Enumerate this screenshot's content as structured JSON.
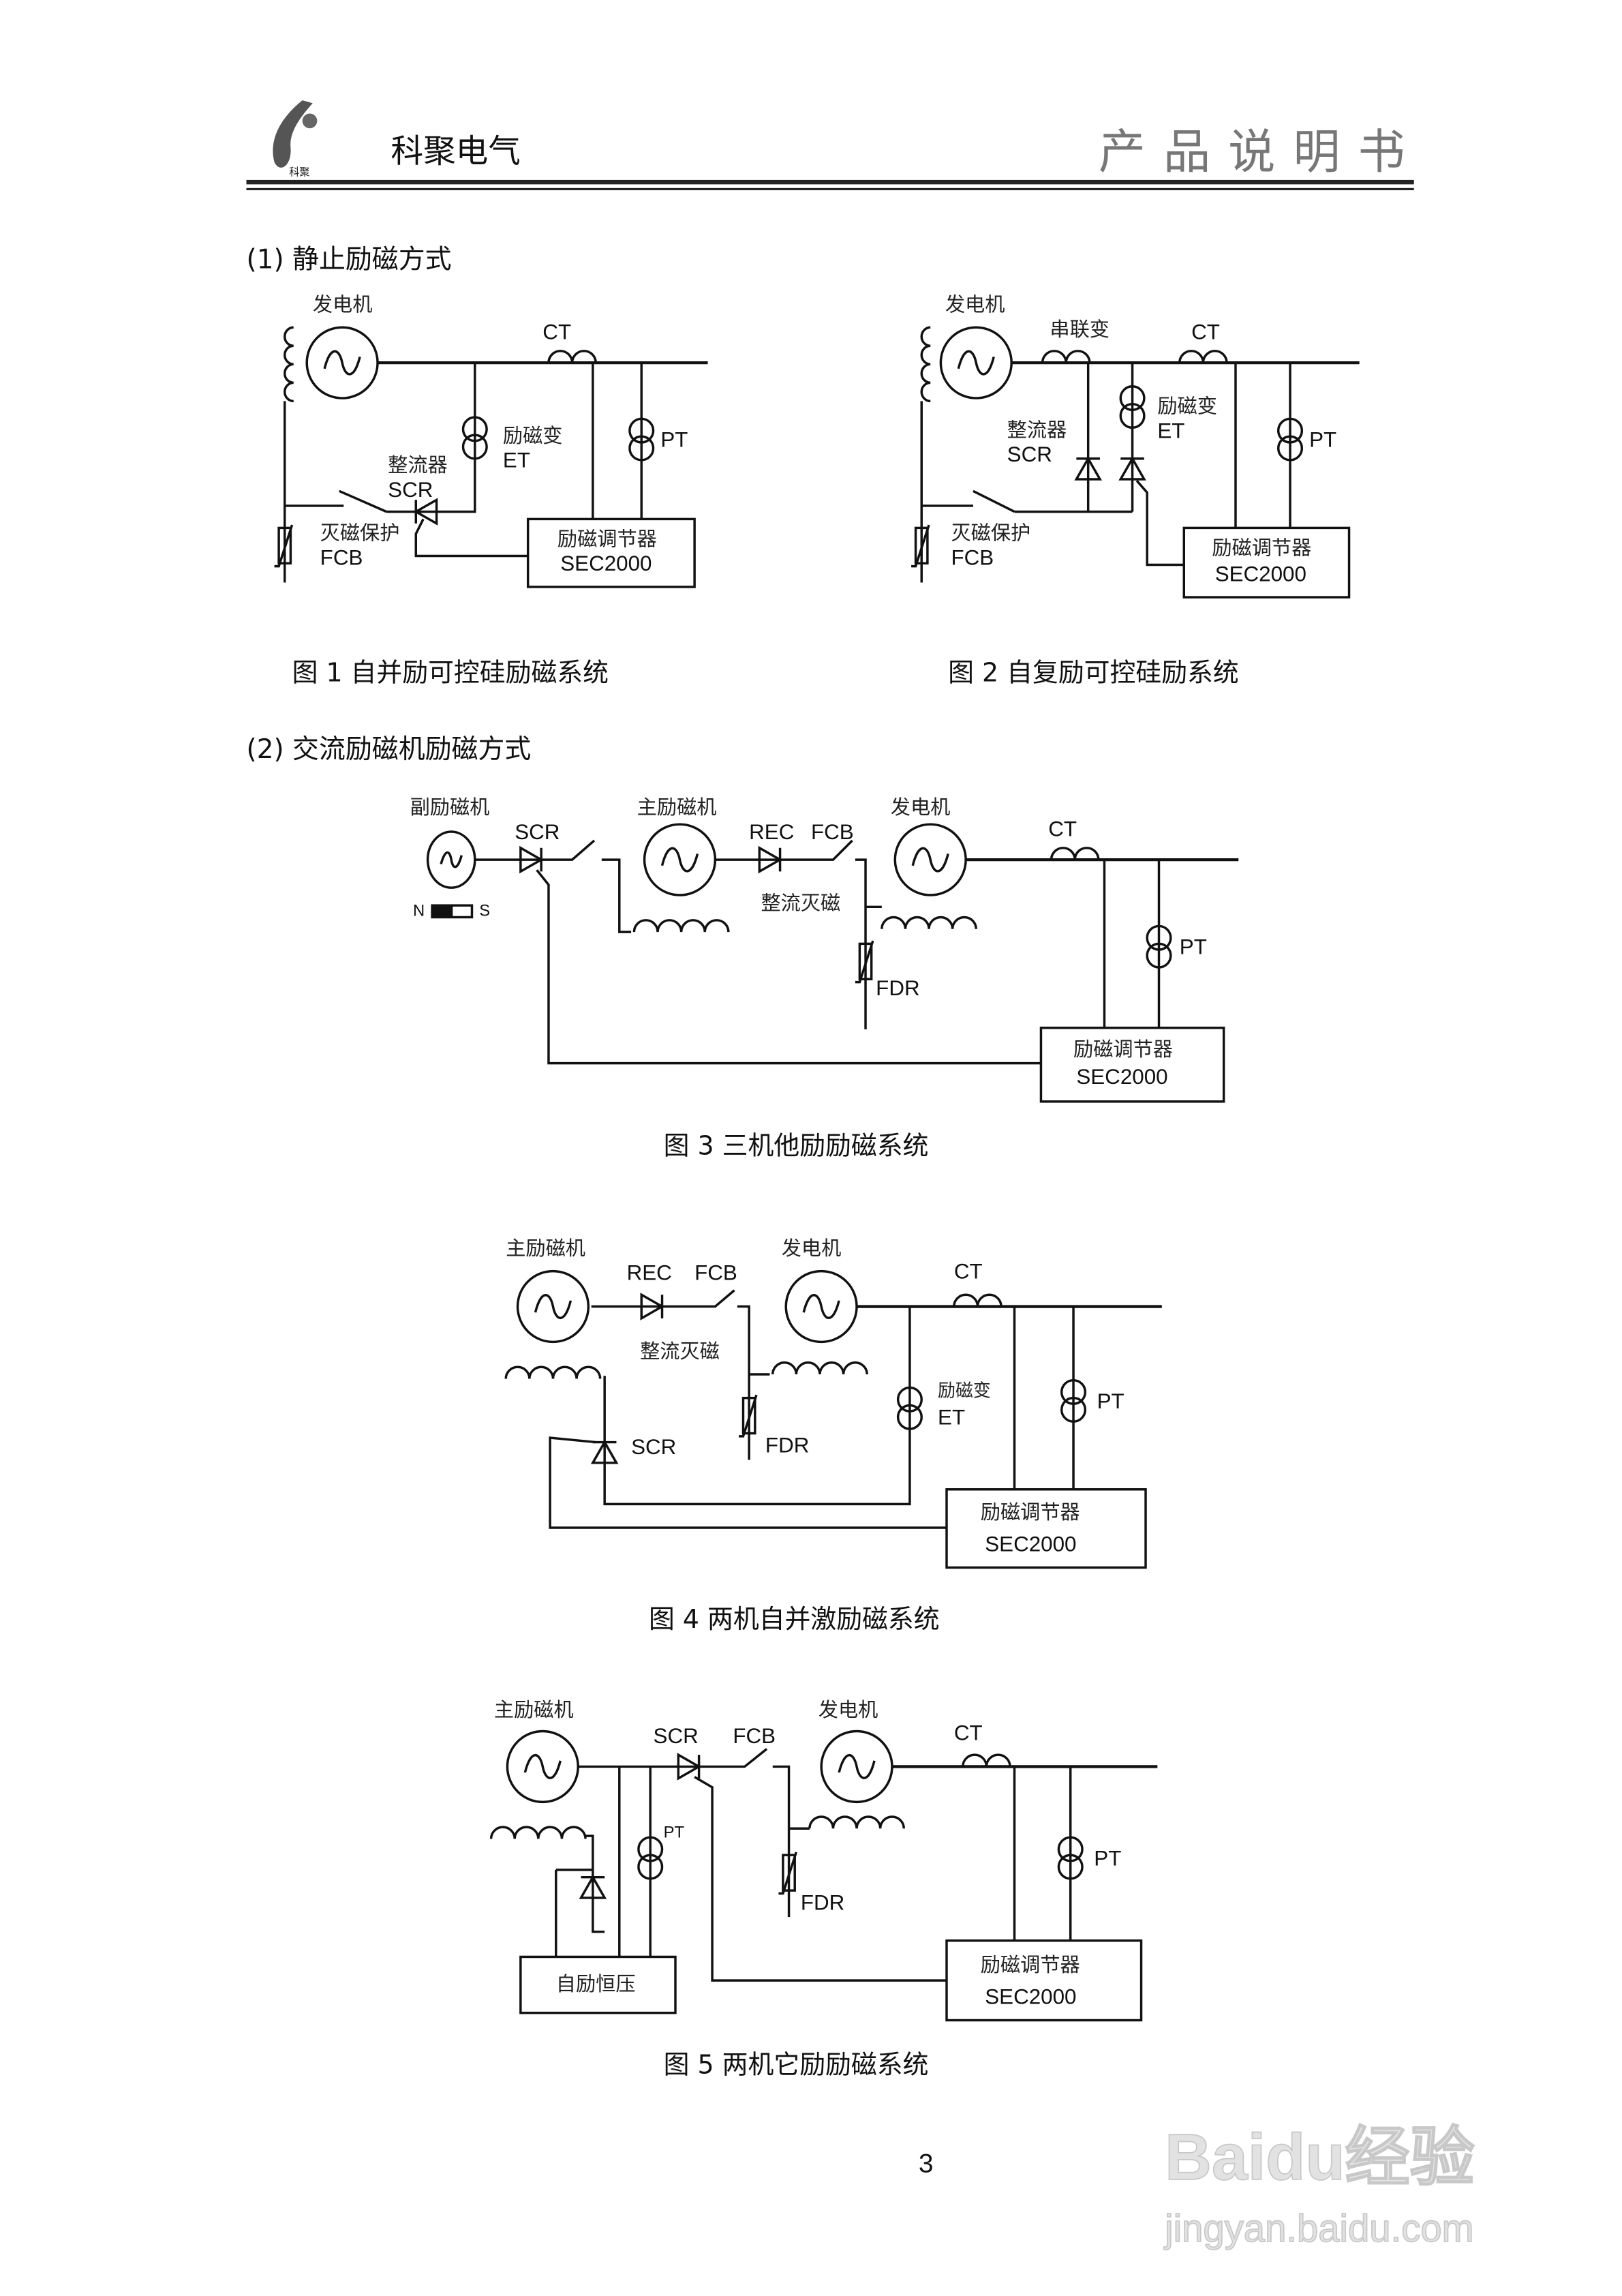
{
  "header": {
    "company": "科聚电气",
    "doc_title": "产品说明书",
    "logo_text": "科聚"
  },
  "section1": {
    "title": "(1)  静止励磁方式"
  },
  "section2": {
    "title": "(2)  交流励磁机励磁方式"
  },
  "fig1": {
    "generator": "发电机",
    "ct": "CT",
    "et_cn": "励磁变",
    "et": "ET",
    "pt": "PT",
    "rect_cn": "整流器",
    "scr": "SCR",
    "fcb_cn": "灭磁保护",
    "fcb": "FCB",
    "regulator_cn": "励磁调节器",
    "regulator": "SEC2000",
    "caption": "图 1    自并励可控硅励磁系统"
  },
  "fig2": {
    "generator": "发电机",
    "series_tx": "串联变",
    "ct": "CT",
    "et_cn": "励磁变",
    "et": "ET",
    "pt": "PT",
    "rect_cn": "整流器",
    "scr": "SCR",
    "fcb_cn": "灭磁保护",
    "fcb": "FCB",
    "regulator_cn": "励磁调节器",
    "regulator": "SEC2000",
    "caption": "图 2    自复励可控硅励系统"
  },
  "fig3": {
    "aux_exciter": "副励磁机",
    "main_exciter": "主励磁机",
    "generator": "发电机",
    "scr": "SCR",
    "rec": "REC",
    "fcb": "FCB",
    "ct": "CT",
    "pt": "PT",
    "n": "N",
    "s": "S",
    "rect_demag": "整流灭磁",
    "fdr": "FDR",
    "regulator_cn": "励磁调节器",
    "regulator": "SEC2000",
    "caption": "图 3    三机他励励磁系统"
  },
  "fig4": {
    "main_exciter": "主励磁机",
    "generator": "发电机",
    "rec": "REC",
    "fcb": "FCB",
    "ct": "CT",
    "rect_demag": "整流灭磁",
    "et_cn": "励磁变",
    "et": "ET",
    "pt": "PT",
    "scr": "SCR",
    "fdr": "FDR",
    "regulator_cn": "励磁调节器",
    "regulator": "SEC2000",
    "caption": "图 4    两机自并激励磁系统"
  },
  "fig5": {
    "main_exciter": "主励磁机",
    "generator": "发电机",
    "scr": "SCR",
    "fcb": "FCB",
    "ct": "CT",
    "pt_small": "PT",
    "pt": "PT",
    "fdr": "FDR",
    "self_exc": "自励恒压",
    "regulator_cn": "励磁调节器",
    "regulator": "SEC2000",
    "caption": "图 5    两机它励励磁系统"
  },
  "page_number": "3",
  "watermark": {
    "brand": "Baidu经验",
    "url": "jingyan.baidu.com"
  }
}
